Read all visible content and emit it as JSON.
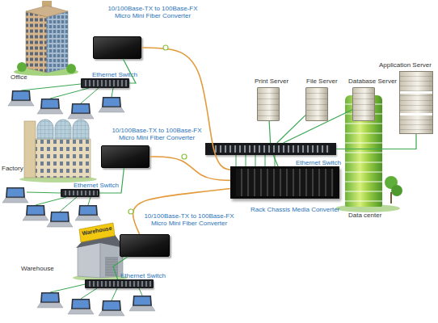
{
  "diagram": {
    "nodes": [
      {
        "text": [
          "Office"
        ]
      },
      {
        "text": [
          "10/100Base-TX to 100Base-FX Micro Mini Fiber Converter"
        ]
      },
      {
        "text": [
          "Ethernet Switch"
        ]
      },
      {
        "text": [
          "Factory"
        ]
      },
      {
        "text": [
          "10/100Base-TX to 100Base-FX Micro Mini Fiber Converter"
        ]
      },
      {
        "text": [
          "Ethernet Switch"
        ]
      },
      {
        "text": [
          "Warehouse"
        ]
      },
      {
        "text": [
          "10/100Base-TX to 100Base-FX Micro Mini Fiber Converter"
        ]
      },
      {
        "text": [
          "Ethernet Switch"
        ]
      },
      {
        "text": [
          "Print Server"
        ]
      },
      {
        "text": [
          "File Server"
        ]
      },
      {
        "text": [
          "Database Server"
        ]
      },
      {
        "text": [
          "Application Server"
        ]
      },
      {
        "text": [
          "Ethernet Switch"
        ]
      },
      {
        "text": [
          "Rack Chassis Media Converter"
        ]
      },
      {
        "text": [
          "Data center"
        ]
      }
    ],
    "edges": [
      {
        "from": 2,
        "to": 1,
        "arrow": "none"
      },
      {
        "from": 1,
        "to": 14,
        "arrow": "none"
      },
      {
        "from": 5,
        "to": 4,
        "arrow": "none"
      },
      {
        "from": 4,
        "to": 14,
        "arrow": "none"
      },
      {
        "from": 8,
        "to": 7,
        "arrow": "none"
      },
      {
        "from": 7,
        "to": 14,
        "arrow": "none"
      },
      {
        "from": 14,
        "to": 13,
        "arrow": "none"
      },
      {
        "from": 13,
        "to": 9,
        "arrow": "none"
      },
      {
        "from": 13,
        "to": 10,
        "arrow": "none"
      },
      {
        "from": 13,
        "to": 11,
        "arrow": "none"
      },
      {
        "from": 13,
        "to": 12,
        "arrow": "none"
      }
    ],
    "labels": [
      "Warehouse"
    ]
  }
}
